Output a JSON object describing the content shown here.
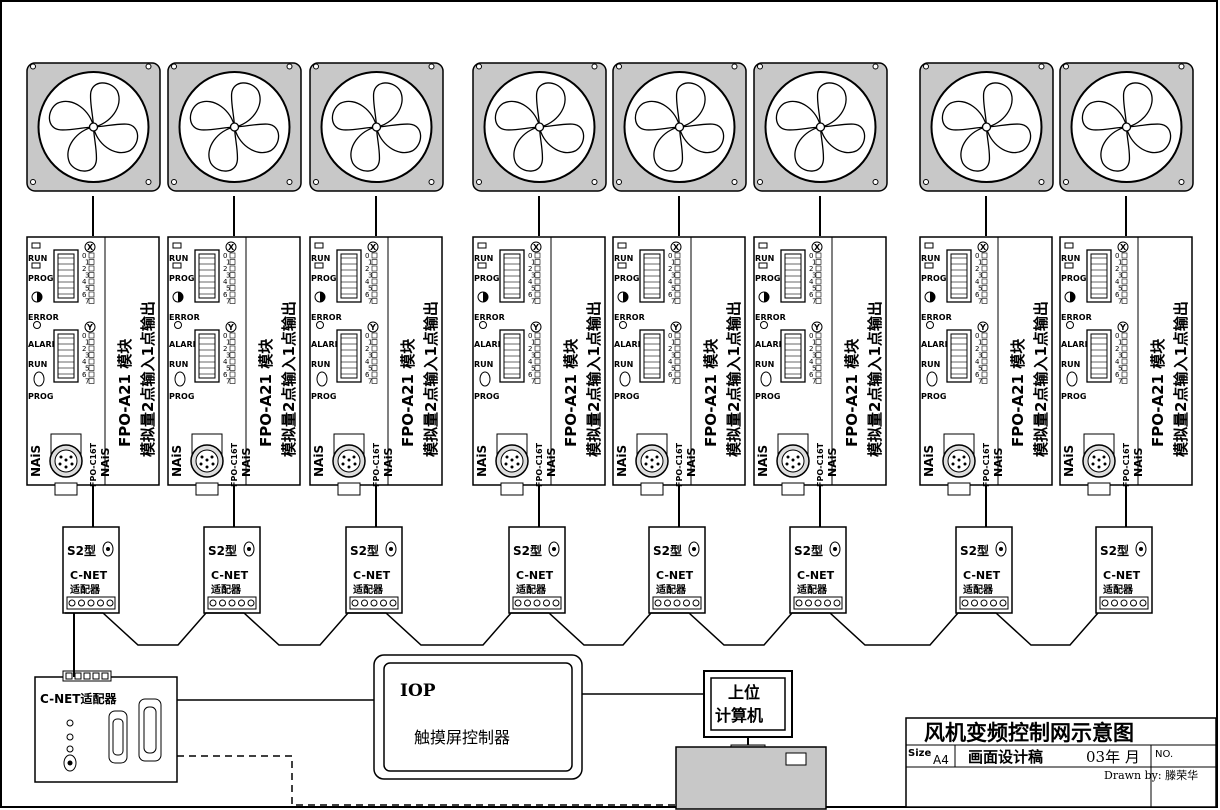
{
  "diagram": {
    "title": "风机变频控制网示意图",
    "fans_count": 8,
    "plc": {
      "led_labels": [
        "RUN",
        "PROG.",
        "ERROR",
        "ALARM"
      ],
      "switch_labels": [
        "RUN",
        "PROG"
      ],
      "x_mark": "X",
      "y_mark": "Y",
      "numbers": [
        "0",
        "1",
        "2",
        "3",
        "4",
        "5",
        "6",
        "7"
      ],
      "module_text": "FPO-A21 模块",
      "module_sub": "模拟量2点输入1点输出",
      "brand": "NAiS",
      "model": "FPO-C16T"
    },
    "adapter": {
      "type_label": "S2型",
      "net_label": "C-NET",
      "adapter_label": "适配器"
    },
    "main_adapter": "C-NET适配器",
    "iop": {
      "label": "IOP",
      "desc": "触摸屏控制器"
    },
    "computer": {
      "line1": "上位",
      "line2": "计算机"
    },
    "title_block": {
      "title": "风机变频控制网示意图",
      "size_label": "Size",
      "size_value": "A4",
      "design_text": "画面设计稿",
      "date_text": "03年 月",
      "no_label": "NO.",
      "drawn_by": "Drawn by: 滕荣华"
    }
  }
}
